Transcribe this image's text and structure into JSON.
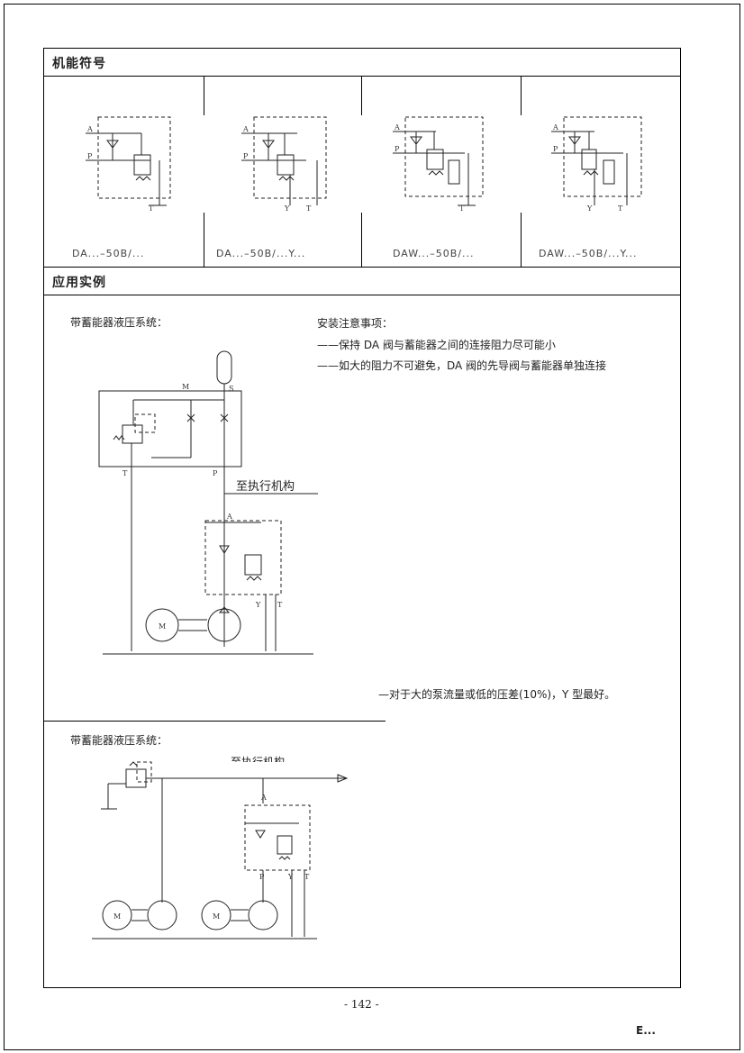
{
  "sections": {
    "symbols_title": "机能符号",
    "examples_title": "应用实例"
  },
  "symbols": [
    {
      "label": "DA...–50B/..."
    },
    {
      "label": "DA...–50B/...Y..."
    },
    {
      "label": "DAW...–50B/..."
    },
    {
      "label": "DAW...–50B/...Y..."
    }
  ],
  "example1": {
    "caption": "带蓄能器液压系统：",
    "notes_title": "安装注意事项：",
    "note1": "——保持 DA 阀与蓄能器之间的连接阻力尽可能小",
    "note2": "——如大的阻力不可避免，DA 阀的先导阀与蓄能器单独连接",
    "to_actuator": "至执行机构",
    "footnote": "—对于大的泵流量或低的压差(10%)，Y 型最好。"
  },
  "example2": {
    "caption": "带蓄能器液压系统：",
    "to_actuator": "至执行机构"
  },
  "port_labels": {
    "a": "A",
    "p": "P",
    "t": "T",
    "y": "Y",
    "m": "M",
    "s": "S"
  },
  "page_number": "- 142 -",
  "corner_mark": "E..."
}
